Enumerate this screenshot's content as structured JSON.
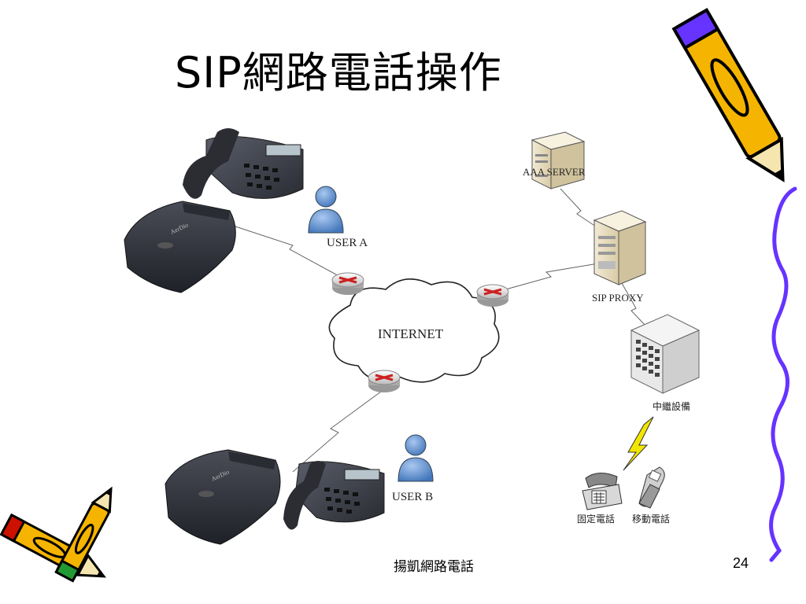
{
  "slide": {
    "title": "SIP網路電話操作",
    "footer_text": "揚凱網路電話",
    "page_number": "24"
  },
  "diagram": {
    "nodes": {
      "user_a": "USER A",
      "user_b": "USER B",
      "internet": "INTERNET",
      "aaa_server": "AAA SERVER",
      "sip_proxy": "SIP PROXY",
      "trunk_device": "中繼設備",
      "fixed_phone": "固定電話",
      "mobile_phone": "移動電話"
    },
    "device_brand": "AerDio"
  },
  "colors": {
    "person": "#5b8fcf",
    "router": "#cc2222",
    "lightning": "#f2e600",
    "squiggle": "#6633ff",
    "pencil_yellow": "#f5b400"
  }
}
